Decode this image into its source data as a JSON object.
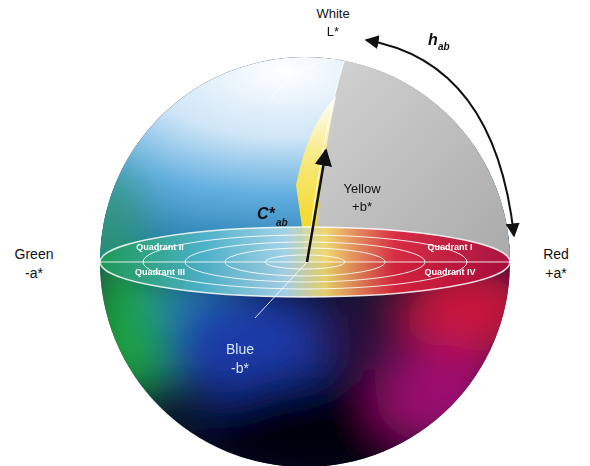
{
  "diagram": {
    "labels": [
      "White",
      "L*",
      "h",
      "ab",
      "C*",
      "ab",
      "Yellow",
      "+b*",
      "Green",
      "-a*",
      "Red",
      "+a*",
      "Blue",
      "-b*",
      "Quadrant II",
      "Quadrant I",
      "Quadrant III",
      "Quadrant IV"
    ]
  }
}
